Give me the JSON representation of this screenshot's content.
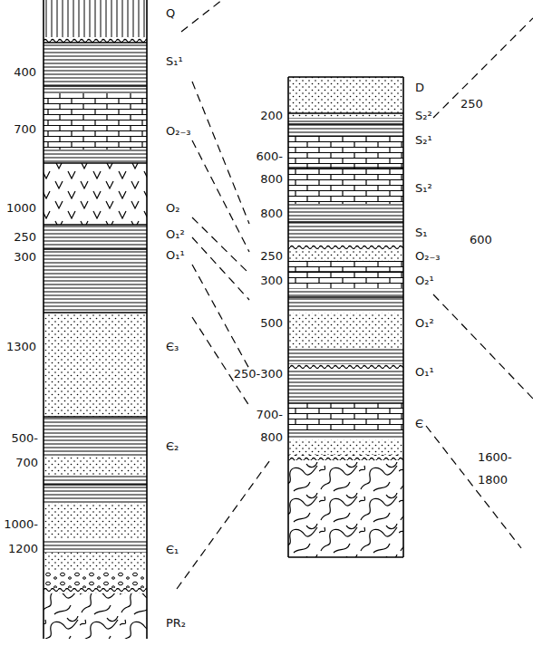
{
  "diagram": {
    "nodes": [
      {
        "text": [
          "Q"
        ]
      },
      {
        "text": [
          "S₁¹",
          "400"
        ]
      },
      {
        "text": [
          "O₂₋₃",
          "700"
        ]
      },
      {
        "text": [
          "O₂",
          "1000"
        ]
      },
      {
        "text": [
          "O₁²",
          "250"
        ]
      },
      {
        "text": [
          "O₁¹",
          "300"
        ]
      },
      {
        "text": [
          "Є₃",
          "1300"
        ]
      },
      {
        "text": [
          "Є₂",
          "500- 700"
        ]
      },
      {
        "text": [
          "Є₁",
          "1000- 1200"
        ]
      },
      {
        "text": [
          "PR₂"
        ]
      },
      {
        "text": [
          "D"
        ]
      },
      {
        "text": [
          "S₂²",
          "200"
        ]
      },
      {
        "text": [
          "S₂¹",
          "600- 800"
        ]
      },
      {
        "text": [
          "S₁²",
          "800"
        ]
      },
      {
        "text": [
          "S₁"
        ]
      },
      {
        "text": [
          "O₂₋₃",
          "250"
        ]
      },
      {
        "text": [
          "O₂¹",
          "300"
        ]
      },
      {
        "text": [
          "O₁²",
          "500"
        ]
      },
      {
        "text": [
          "O₁¹",
          "250-300"
        ]
      },
      {
        "text": [
          "Є",
          "700- 800"
        ]
      }
    ],
    "edges": [
      {
        "from": 1,
        "to": 14,
        "arrow": "none"
      },
      {
        "from": 2,
        "to": 15,
        "arrow": "none"
      },
      {
        "from": 3,
        "to": 16,
        "arrow": "none"
      },
      {
        "from": 4,
        "to": 17,
        "arrow": "none"
      },
      {
        "from": 5,
        "to": 18,
        "arrow": "none"
      },
      {
        "from": 6,
        "to": 19,
        "arrow": "none"
      }
    ],
    "labels": [
      "250",
      "600",
      "1600- 1800"
    ]
  }
}
